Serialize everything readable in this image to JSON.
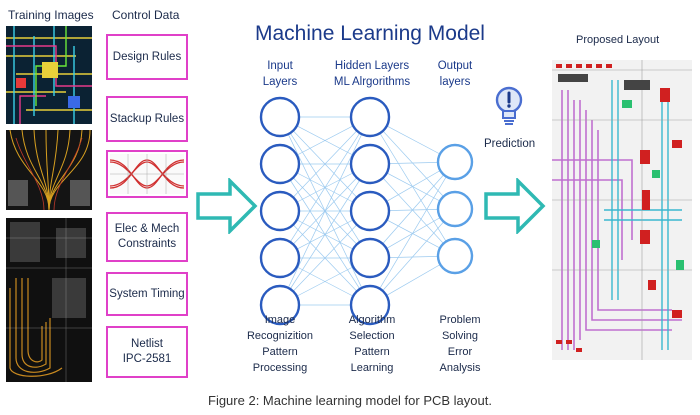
{
  "headers": {
    "training_images": "Training Images",
    "control_data": "Control Data",
    "proposed_layout": "Proposed Layout"
  },
  "control_items": [
    "Design Rules",
    "Stackup Rules",
    "",
    "Elec & Mech\nConstraints",
    "System Timing",
    "Netlist\nIPC-2581"
  ],
  "model": {
    "title": "Machine Learning Model",
    "input_label": "Input\nLayers",
    "hidden_label": "Hidden Layers\nML Alrgorithms",
    "output_label": "Output\nlayers",
    "input_desc": "Image\nRecognizition\nPattern\nProcessing",
    "hidden_desc": "Algorithm\nSelection\nPattern\nLearning",
    "output_desc": "Problem\nSolving\nError\nAnalysis"
  },
  "prediction_label": "Prediction",
  "caption": "Figure 2: Machine learning model for PCB layout.",
  "colors": {
    "accent_magenta": "#e040c8",
    "arrow_teal": "#2fb9b3",
    "node_dark": "#2a5bbf",
    "node_light": "#5aa0e6",
    "title_blue": "#1b3a8a"
  },
  "icons": [
    "lightbulb-icon"
  ]
}
